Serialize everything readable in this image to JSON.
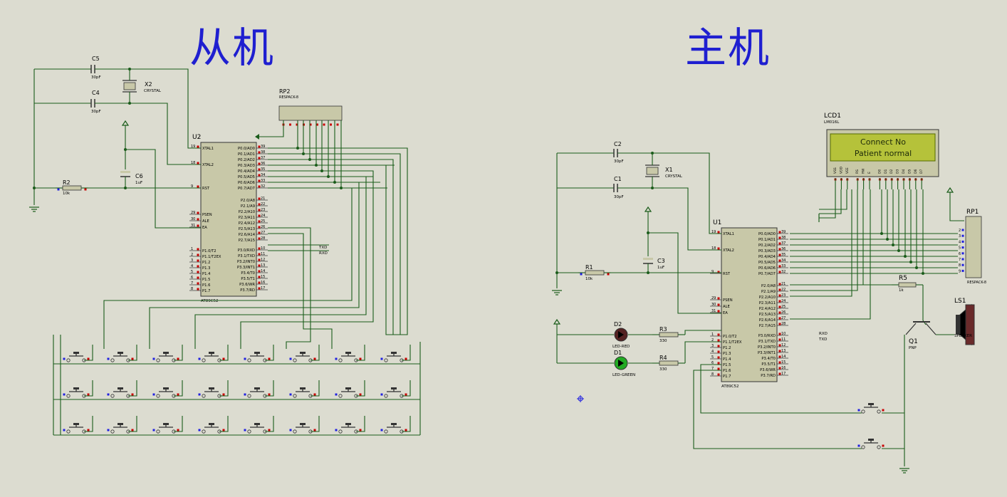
{
  "titles": {
    "slave": "从机",
    "master": "主机"
  },
  "slave": {
    "mcu": {
      "ref": "U2",
      "part": "AT89C52",
      "left_pins": [
        [
          "19",
          "XTAL1"
        ],
        [
          "18",
          "XTAL2"
        ],
        [
          "9",
          "RST"
        ],
        [
          "29",
          "PSEN"
        ],
        [
          "30",
          "ALE"
        ],
        [
          "31",
          "EA"
        ],
        [
          "1",
          "P1.0/T2"
        ],
        [
          "2",
          "P1.1/T2EX"
        ],
        [
          "3",
          "P1.2"
        ],
        [
          "4",
          "P1.3"
        ],
        [
          "5",
          "P1.4"
        ],
        [
          "6",
          "P1.5"
        ],
        [
          "7",
          "P1.6"
        ],
        [
          "8",
          "P1.7"
        ]
      ],
      "right_pins": [
        [
          "39",
          "P0.0/AD0"
        ],
        [
          "38",
          "P0.1/AD1"
        ],
        [
          "37",
          "P0.2/AD2"
        ],
        [
          "36",
          "P0.3/AD3"
        ],
        [
          "35",
          "P0.4/AD4"
        ],
        [
          "34",
          "P0.5/AD5"
        ],
        [
          "33",
          "P0.6/AD6"
        ],
        [
          "32",
          "P0.7/AD7"
        ],
        [
          "21",
          "P2.0/A8"
        ],
        [
          "22",
          "P2.1/A9"
        ],
        [
          "23",
          "P2.2/A10"
        ],
        [
          "24",
          "P2.3/A11"
        ],
        [
          "25",
          "P2.4/A12"
        ],
        [
          "26",
          "P2.5/A13"
        ],
        [
          "27",
          "P2.6/A14"
        ],
        [
          "28",
          "P2.7/A15"
        ],
        [
          "10",
          "P3.0/RXD"
        ],
        [
          "11",
          "P3.1/TXD"
        ],
        [
          "12",
          "P3.2/INT0"
        ],
        [
          "13",
          "P3.3/INT1"
        ],
        [
          "14",
          "P3.4/T0"
        ],
        [
          "15",
          "P3.5/T1"
        ],
        [
          "16",
          "P3.6/WR"
        ],
        [
          "17",
          "P3.7/RD"
        ]
      ]
    },
    "c5": {
      "ref": "C5",
      "value": "30pF"
    },
    "c4": {
      "ref": "C4",
      "value": "30pF"
    },
    "x2": {
      "ref": "X2",
      "value": "CRYSTAL"
    },
    "c6": {
      "ref": "C6",
      "value": "1uF"
    },
    "r2": {
      "ref": "R2",
      "value": "10k"
    },
    "rp2": {
      "ref": "RP2",
      "value": "RESPACK-8"
    },
    "txd": "TXD",
    "rxd": "RXD"
  },
  "master": {
    "mcu": {
      "ref": "U1",
      "part": "AT89C52",
      "left_pins": [
        [
          "19",
          "XTAL1"
        ],
        [
          "18",
          "XTAL2"
        ],
        [
          "9",
          "RST"
        ],
        [
          "29",
          "PSEN"
        ],
        [
          "30",
          "ALE"
        ],
        [
          "31",
          "EA"
        ],
        [
          "1",
          "P1.0/T2"
        ],
        [
          "2",
          "P1.1/T2EX"
        ],
        [
          "3",
          "P1.2"
        ],
        [
          "4",
          "P1.3"
        ],
        [
          "5",
          "P1.4"
        ],
        [
          "6",
          "P1.5"
        ],
        [
          "7",
          "P1.6"
        ],
        [
          "8",
          "P1.7"
        ]
      ],
      "right_pins": [
        [
          "39",
          "P0.0/AD0"
        ],
        [
          "38",
          "P0.1/AD1"
        ],
        [
          "37",
          "P0.2/AD2"
        ],
        [
          "36",
          "P0.3/AD3"
        ],
        [
          "35",
          "P0.4/AD4"
        ],
        [
          "34",
          "P0.5/AD5"
        ],
        [
          "33",
          "P0.6/AD6"
        ],
        [
          "32",
          "P0.7/AD7"
        ],
        [
          "21",
          "P2.0/A8"
        ],
        [
          "22",
          "P2.1/A9"
        ],
        [
          "23",
          "P2.2/A10"
        ],
        [
          "24",
          "P2.3/A11"
        ],
        [
          "25",
          "P2.4/A12"
        ],
        [
          "26",
          "P2.5/A13"
        ],
        [
          "27",
          "P2.6/A14"
        ],
        [
          "28",
          "P2.7/A15"
        ],
        [
          "10",
          "P3.0/RXD"
        ],
        [
          "11",
          "P3.1/TXD"
        ],
        [
          "12",
          "P3.2/INT0"
        ],
        [
          "13",
          "P3.3/INT1"
        ],
        [
          "14",
          "P3.4/T0"
        ],
        [
          "15",
          "P3.5/T1"
        ],
        [
          "16",
          "P3.6/WR"
        ],
        [
          "17",
          "P3.7/RD"
        ]
      ]
    },
    "lcd": {
      "ref": "LCD1",
      "part": "LM016L",
      "line1": "Connect No",
      "line2": "Patient normal",
      "pins": [
        "VSS",
        "VDD",
        "VEE",
        "RS",
        "RW",
        "E",
        "D0",
        "D1",
        "D2",
        "D3",
        "D4",
        "D5",
        "D6",
        "D7"
      ]
    },
    "c2": {
      "ref": "C2",
      "value": "30pF"
    },
    "c1": {
      "ref": "C1",
      "value": "30pF"
    },
    "x1": {
      "ref": "X1",
      "value": "CRYSTAL"
    },
    "c3": {
      "ref": "C3",
      "value": "1uF"
    },
    "r1": {
      "ref": "R1",
      "value": "10k"
    },
    "r3": {
      "ref": "R3",
      "value": "330"
    },
    "r4": {
      "ref": "R4",
      "value": "330"
    },
    "r5": {
      "ref": "R5",
      "value": "1k"
    },
    "d2": {
      "ref": "D2",
      "value": "LED-RED"
    },
    "d1": {
      "ref": "D1",
      "value": "LED-GREEN"
    },
    "q1": {
      "ref": "Q1",
      "value": "PNP"
    },
    "ls1": {
      "ref": "LS1",
      "value": "SPEAKER"
    },
    "rp1": {
      "ref": "RP1",
      "value": "RESPACK-8"
    },
    "rp1_pins": [
      "2",
      "3",
      "4",
      "5",
      "6",
      "7",
      "8",
      "9"
    ],
    "txd": "TXD",
    "rxd": "RXD"
  },
  "colors": {
    "background": "#dcdcd0",
    "wire": "#1a5c1a",
    "body": "#c8c8a8",
    "pin_red": "#c80000",
    "pin_blue": "#2020e0",
    "title": "#1f1fd0",
    "lcd_bg": "#b5c23a",
    "lcd_text": "#1e2a0a"
  }
}
